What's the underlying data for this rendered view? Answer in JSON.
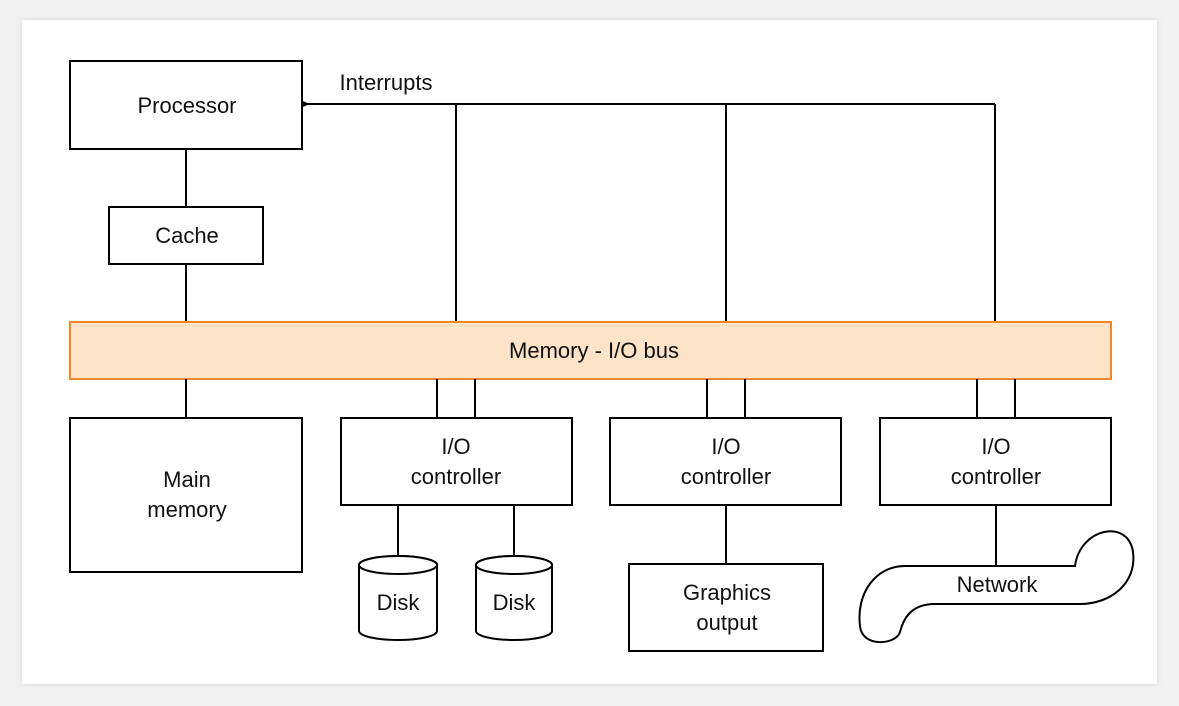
{
  "labels": {
    "interrupts": "Interrupts",
    "processor": "Processor",
    "cache": "Cache",
    "bus": "Memory - I/O bus",
    "main_memory": [
      "Main",
      "memory"
    ],
    "io_controller_1": [
      "I/O",
      "controller"
    ],
    "io_controller_2": [
      "I/O",
      "controller"
    ],
    "io_controller_3": [
      "I/O",
      "controller"
    ],
    "disk_1": "Disk",
    "disk_2": "Disk",
    "graphics_output": [
      "Graphics",
      "output"
    ],
    "network": "Network"
  },
  "colors": {
    "bus_fill": "#fde3c8",
    "bus_stroke": "#f0882a",
    "line": "#000000"
  }
}
